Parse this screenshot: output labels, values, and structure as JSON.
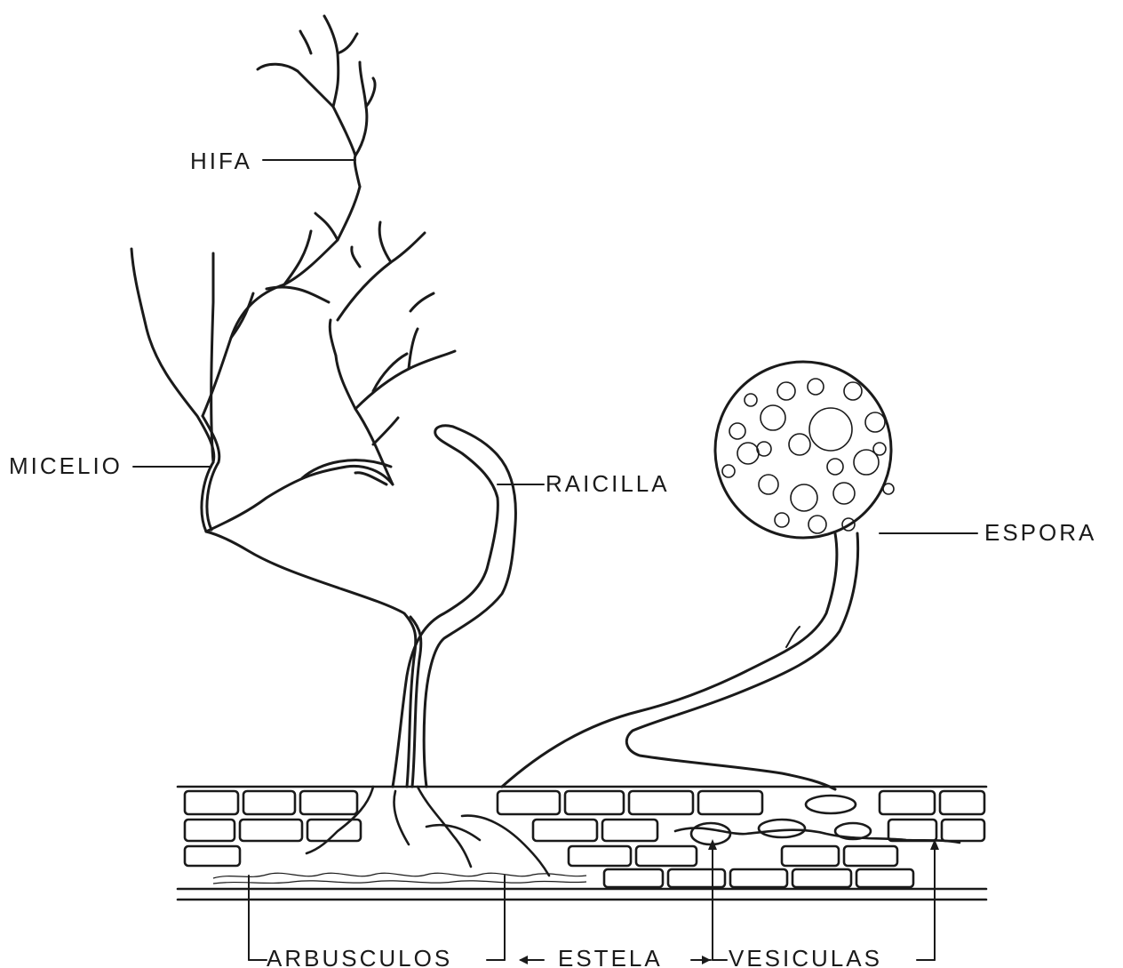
{
  "labels": {
    "hifa": "HIFA",
    "micelio": "MICELIO",
    "raicilla": "RAICILLA",
    "espora": "ESPORA",
    "arbusculos": "ARBUSCULOS",
    "estela": "ESTELA",
    "vesiculas": "VESICULAS"
  },
  "colors": {
    "ink": "#1a1a1a",
    "background": "#ffffff"
  }
}
